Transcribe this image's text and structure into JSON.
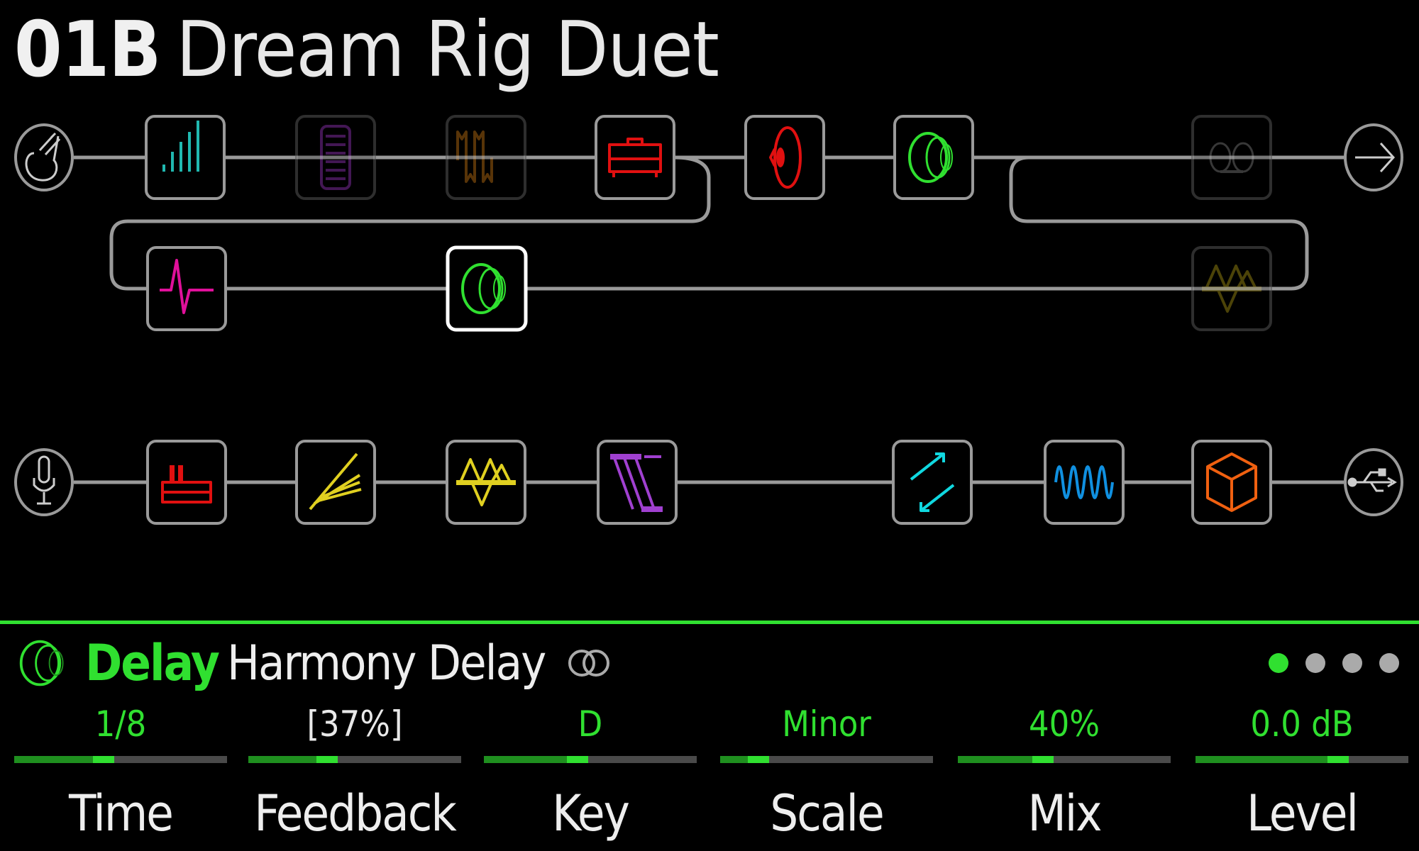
{
  "preset": {
    "number": "01B",
    "name": "Dream Rig Duet"
  },
  "colors": {
    "accent": "#30e030",
    "wire": "#9a9a9a",
    "block_border": "#9a9a9a",
    "dim_border": "#555555",
    "selected_border": "#ffffff"
  },
  "path1": {
    "input": {
      "icon": "guitar-input-icon"
    },
    "output": {
      "icon": "output-arrow-icon"
    },
    "row_a": [
      {
        "icon": "eq-icon",
        "color": "#20b8b0",
        "bypassed": false
      },
      {
        "icon": "wah-icon",
        "color": "#7a2a9a",
        "bypassed": true
      },
      {
        "icon": "square-wave-icon",
        "color": "#a0600f",
        "bypassed": true
      },
      {
        "icon": "amp-icon",
        "color": "#e01010",
        "bypassed": false
      },
      {
        "icon": "cab-icon",
        "color": "#e01010",
        "bypassed": false
      },
      {
        "icon": "delay-icon",
        "color": "#30e030",
        "bypassed": false
      },
      {
        "icon": "looper-icon",
        "color": "#666666",
        "bypassed": true
      }
    ],
    "row_b": [
      {
        "icon": "impulse-icon",
        "color": "#e0109a",
        "bypassed": false
      },
      {
        "icon": "delay-icon",
        "color": "#30e030",
        "bypassed": false,
        "selected": true
      },
      {
        "icon": "pitch-icon",
        "color": "#8a7a10",
        "bypassed": true
      }
    ]
  },
  "path2": {
    "input": {
      "icon": "mic-input-icon"
    },
    "output": {
      "icon": "usb-output-icon"
    },
    "row": [
      {
        "icon": "preamp-icon",
        "color": "#e01010",
        "bypassed": false
      },
      {
        "icon": "distortion-icon",
        "color": "#e0d020",
        "bypassed": false
      },
      {
        "icon": "pitch-icon",
        "color": "#e0d020",
        "bypassed": false
      },
      {
        "icon": "filter-icon",
        "color": "#a040d0",
        "bypassed": false
      },
      {
        "icon": "send-return-icon",
        "color": "#10d8e0",
        "bypassed": false
      },
      {
        "icon": "modulation-icon",
        "color": "#1090e0",
        "bypassed": false
      },
      {
        "icon": "reverb-icon",
        "color": "#f06010",
        "bypassed": false
      }
    ]
  },
  "selected_block": {
    "category": "Delay",
    "model": "Harmony Delay",
    "icon": "delay-icon",
    "stereo_icon": "stereo-link-icon",
    "page": 1,
    "page_count": 4
  },
  "params": [
    {
      "label": "Time",
      "value": "1/8",
      "position": 0.42,
      "highlight": true
    },
    {
      "label": "Feedback",
      "value": "[37%]",
      "position": 0.37,
      "highlight": false
    },
    {
      "label": "Key",
      "value": "D",
      "position": 0.44,
      "highlight": true
    },
    {
      "label": "Scale",
      "value": "Minor",
      "position": 0.18,
      "highlight": true
    },
    {
      "label": "Mix",
      "value": "40%",
      "position": 0.4,
      "highlight": true
    },
    {
      "label": "Level",
      "value": "0.0 dB",
      "position": 0.67,
      "highlight": true
    }
  ]
}
